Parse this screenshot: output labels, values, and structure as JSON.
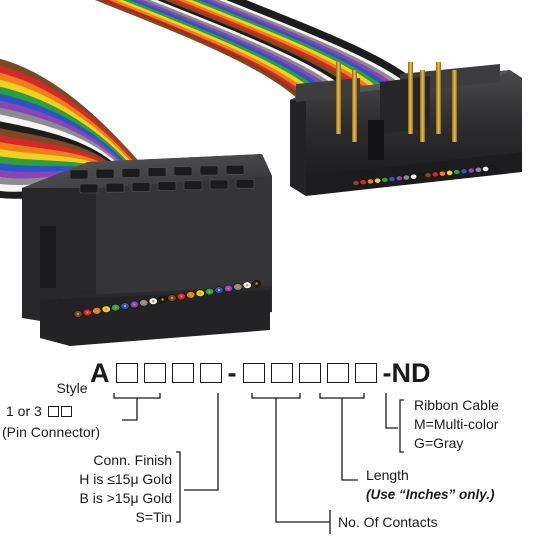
{
  "part_number": {
    "prefix": "A",
    "separator": "-",
    "suffix": "-ND"
  },
  "labels": {
    "style_title": "Style",
    "style_value": "1 or 3",
    "style_note": "(Pin Connector)",
    "finish_title": "Conn. Finish",
    "finish_h": "H is ≤15μ Gold",
    "finish_b": "B is >15μ Gold",
    "finish_s": "S=Tin",
    "contacts": "No. Of Contacts",
    "length_title": "Length",
    "length_note": "(Use “Inches” only.)",
    "ribbon_title": "Ribbon Cable",
    "ribbon_m": "M=Multi-color",
    "ribbon_g": "G=Gray"
  },
  "colors": {
    "ribbon": [
      "#7a4a22",
      "#d62828",
      "#f07f1a",
      "#f2d21e",
      "#2f9e3c",
      "#2a55c7",
      "#8a44b8",
      "#8c8c8c",
      "#f4f4f4",
      "#1c1c1c"
    ],
    "connector_body": "#2e2e30",
    "gold_pin": "#c79a2e",
    "line": "#1a1a1a"
  },
  "icons": {
    "socket_connector": "idc-socket-connector",
    "pin_connector": "box-header-pin-connector"
  }
}
